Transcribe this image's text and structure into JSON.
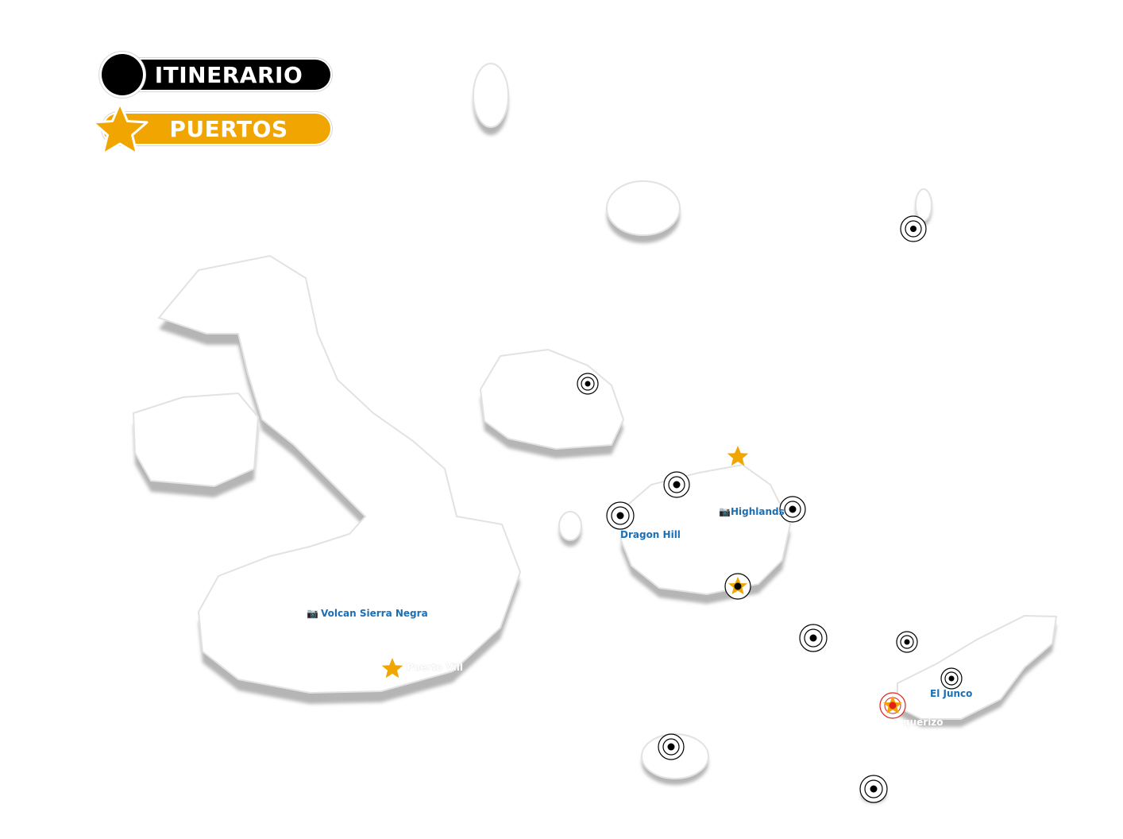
{
  "legend": {
    "itinerario": "ITINERARIO",
    "puertos": "PUERTOS"
  },
  "colors": {
    "itinerario": "#000000",
    "puertos": "#f0a500",
    "label_blue": "#1a6fb5",
    "active_port": "#e0201a",
    "island": "#ffffff"
  },
  "icons": {
    "camera": "📷",
    "site_marker": "target-circle-icon",
    "port_marker": "star-icon"
  },
  "labels": {
    "volcan_sierra_negra": "Volcan Sierra Negra",
    "puerto_villamil": "Puerto Vill",
    "dragon_hill": "Dragon Hill",
    "highlands": "Highlands",
    "el_junco": "El Junco",
    "baquerizo": "querizo"
  }
}
